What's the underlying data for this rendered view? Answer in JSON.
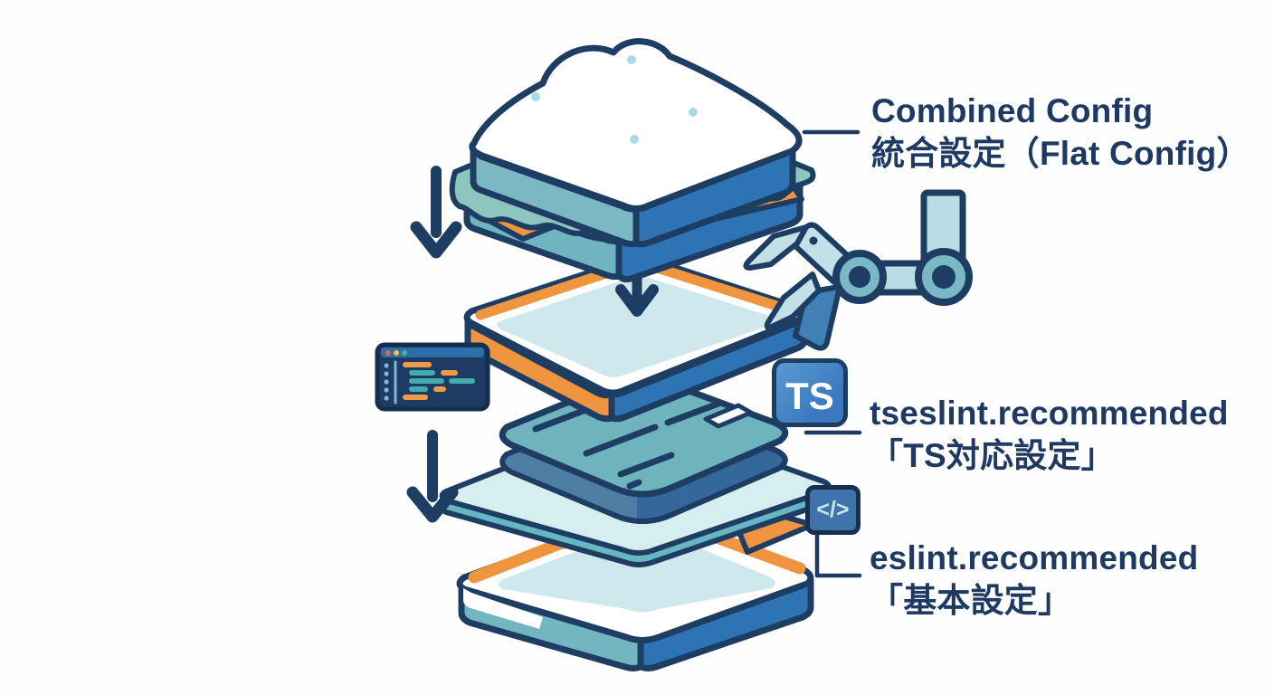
{
  "background": "#fefefe",
  "annotations": {
    "combined": {
      "line1": "Combined Config",
      "line2": "統合設定（Flat Config）"
    },
    "ts": {
      "line1": "tseslint.recommended",
      "line2": "「TS対応設定」"
    },
    "base": {
      "line1": "eslint.recommended",
      "line2": "「基本設定」"
    }
  },
  "badges": {
    "ts_label": "TS",
    "code_label": "</>"
  },
  "colors": {
    "text_navy": "#1e3a63",
    "outline_navy": "#1d3d63",
    "side_blue": "#2e73b4",
    "side_teal": "#73b6c1",
    "pale_blue_surface": "#cde9ee",
    "crust_orange": "#f0953f",
    "lettuce_teal": "#8cc6be",
    "patty_blue": "#2d629b",
    "ts_badge_blue": "#4285c8",
    "code_badge_blue": "#3e74ab",
    "editor_bg": "#1e3c63",
    "editor_titlebar": "#2f6fa9",
    "editor_bar_teal": "#43aaae",
    "editor_bar_orange": "#f09b47",
    "robot_arm_blue": "#b9dde6"
  },
  "icons": {
    "sandwich": "combined-config-sandwich",
    "bread_slice": "flat-config-bread-slice",
    "patty": "ts-config-patty",
    "bottom_bread": "base-config-bread-slice",
    "robot_arm": "robot-arm-icon",
    "editor": "code-editor-window-icon",
    "arrows": "down-arrow-icon",
    "ts_badge": "typescript-badge-icon",
    "code_badge": "code-badge-icon"
  }
}
